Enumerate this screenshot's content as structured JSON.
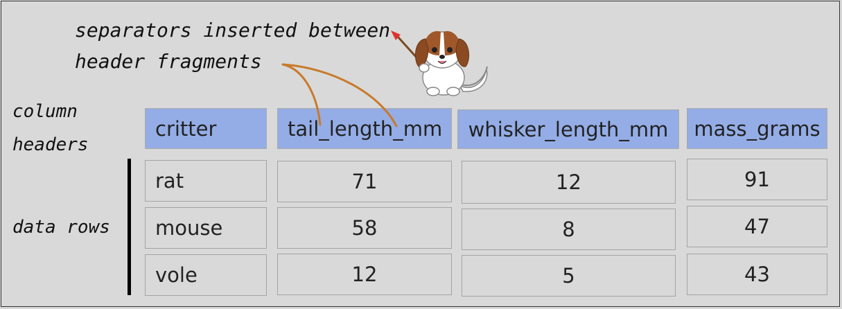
{
  "annotations": {
    "separators_line1": "separators inserted between",
    "separators_line2": "header fragments",
    "column_headers_line1": "column",
    "column_headers_line2": "headers",
    "data_rows": "data rows"
  },
  "table": {
    "headers": [
      "critter",
      "tail_length_mm",
      "whisker_length_mm",
      "mass_grams"
    ],
    "rows": [
      [
        "rat",
        "71",
        "12",
        "91"
      ],
      [
        "mouse",
        "58",
        "8",
        "47"
      ],
      [
        "vole",
        "12",
        "5",
        "43"
      ]
    ]
  },
  "colors": {
    "header_fill": "#94ade6",
    "background": "#d9d9d9",
    "arrow": "#c87a2a",
    "pointer_tip": "#e03030"
  },
  "icons": {
    "mascot": "puppy-with-pointer-icon"
  }
}
